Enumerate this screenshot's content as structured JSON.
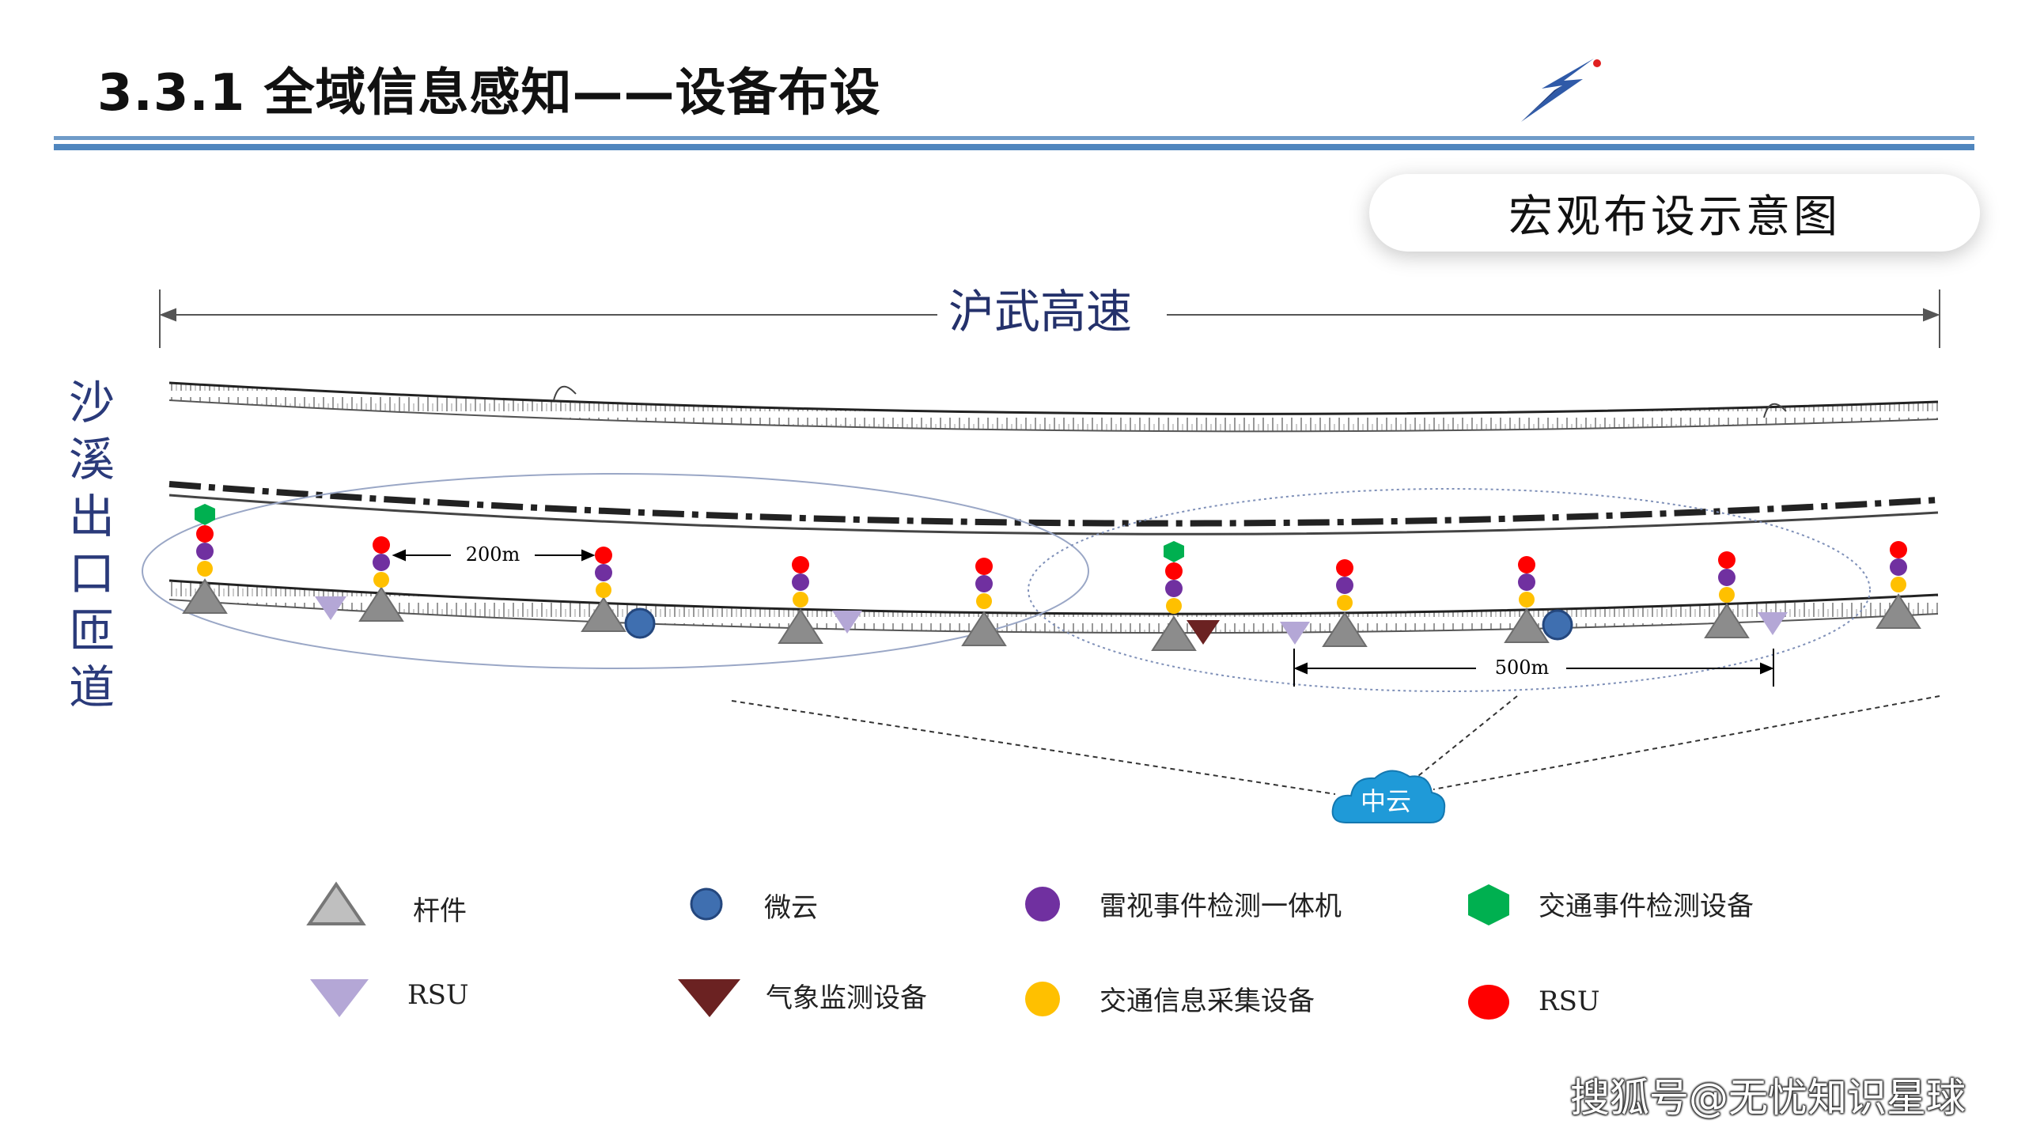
{
  "header": {
    "title": "3.3.1 全域信息感知——设备布设",
    "subtitle": "宏观布设示意图"
  },
  "diagram": {
    "highway_label": "沪武高速",
    "exit_label": "沙溪出口匝道",
    "distance_short": "200m",
    "distance_long": "500m",
    "cloud_label": "中云"
  },
  "legend": [
    {
      "id": "pole",
      "label": "杆件",
      "icon": "gray-triangle",
      "color": "#8c8c8c"
    },
    {
      "id": "micro-cloud",
      "label": "微云",
      "icon": "blue-circle",
      "color": "#3f6fb0"
    },
    {
      "id": "radar-video",
      "label": "雷视事件检测一体机",
      "icon": "purple-circle",
      "color": "#7030a0"
    },
    {
      "id": "traffic-event",
      "label": "交通事件检测设备",
      "icon": "green-hexagon",
      "color": "#00b050"
    },
    {
      "id": "rsu-triangle",
      "label": "RSU",
      "icon": "lavender-triangle",
      "color": "#b4a7d6"
    },
    {
      "id": "weather",
      "label": "气象监测设备",
      "icon": "darkred-triangle",
      "color": "#6b2222"
    },
    {
      "id": "traffic-info",
      "label": "交通信息采集设备",
      "icon": "yellow-circle",
      "color": "#ffc000"
    },
    {
      "id": "rsu-circle",
      "label": "RSU",
      "icon": "red-circle",
      "color": "#ff0000"
    }
  ],
  "watermark": "搜狐号@无忧知识星球"
}
